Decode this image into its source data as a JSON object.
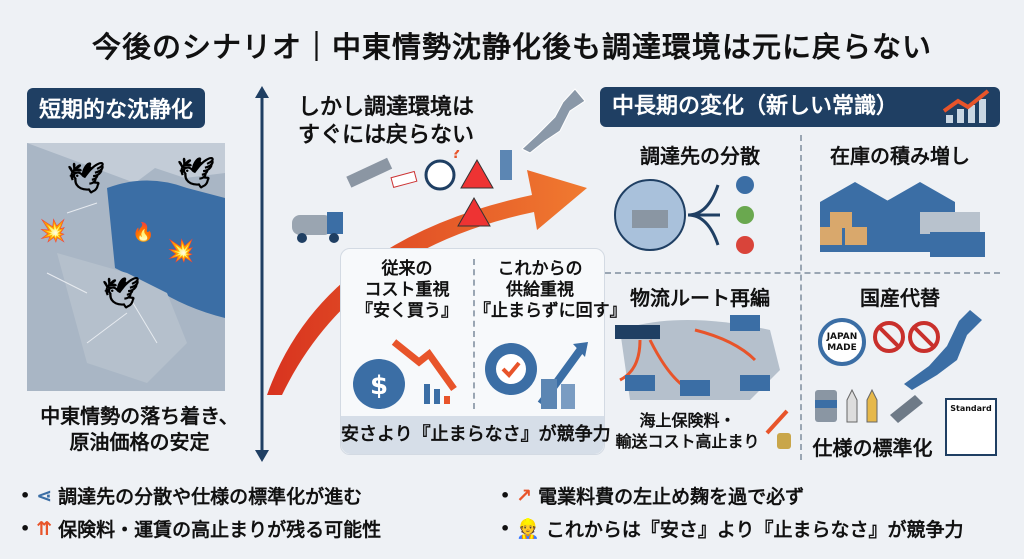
{
  "title": "今後のシナリオ｜中東情勢沈静化後も調達環境は元に戻らない",
  "left": {
    "badge": "短期的な沈静化",
    "caption_line1": "中東情勢の落ち着き、",
    "caption_line2": "原油価格の安定"
  },
  "middle": {
    "heading_line1": "しかし調達環境は",
    "heading_line2": "すぐには戻らない",
    "compare": {
      "old_line1": "従来の",
      "old_line2": "コスト重視",
      "old_line3": "『安く買う』",
      "new_line1": "これからの",
      "new_line2": "供給重視",
      "new_line3": "『止まらずに回す』",
      "footer": "安さより『止まらなさ』が競争力"
    }
  },
  "right": {
    "badge": "中長期の変化（新しい常識）",
    "cells": {
      "diversify": "調達先の分散",
      "inventory": "在庫の積み増し",
      "logistics": "物流ルート再編",
      "logistics_note_line1": "海上保険料・",
      "logistics_note_line2": "輸送コスト高止まり",
      "domestic": "国産代替",
      "japan_made_line1": "JAPAN",
      "japan_made_line2": "MADE",
      "standard_doc": "Standard",
      "standardization": "仕様の標準化"
    }
  },
  "bullets": [
    "調達先の分散や仕様の標準化が進む",
    "保険料・運賃の高止まりが残る可能性",
    "電業料費の左止め麹を過で必ず",
    "これからは『安さ』より『止まらなさ』が競争力"
  ],
  "colors": {
    "navy": "#1f3f63",
    "accent": "#e8542a",
    "blue": "#3b6ea5"
  }
}
